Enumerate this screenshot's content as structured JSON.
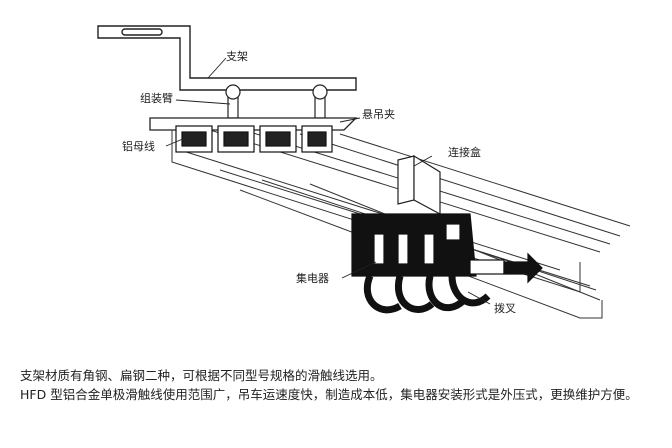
{
  "labels": {
    "bracket": "支架",
    "assembly_arm": "组装臂",
    "aluminum_busbar": "铝母线",
    "hanger_clamp": "悬吊夹",
    "junction_box": "连接盒",
    "collector": "集电器",
    "fork": "拨叉"
  },
  "caption": {
    "line1": "支架材质有角钢、扁钢二种，可根据不同型号规格的滑触线选用。",
    "line2": "HFD 型铝合金单极滑触线使用范围广，吊车运速度快，制造成本低，集电器安装形式是外压式，更换维护方便。"
  }
}
